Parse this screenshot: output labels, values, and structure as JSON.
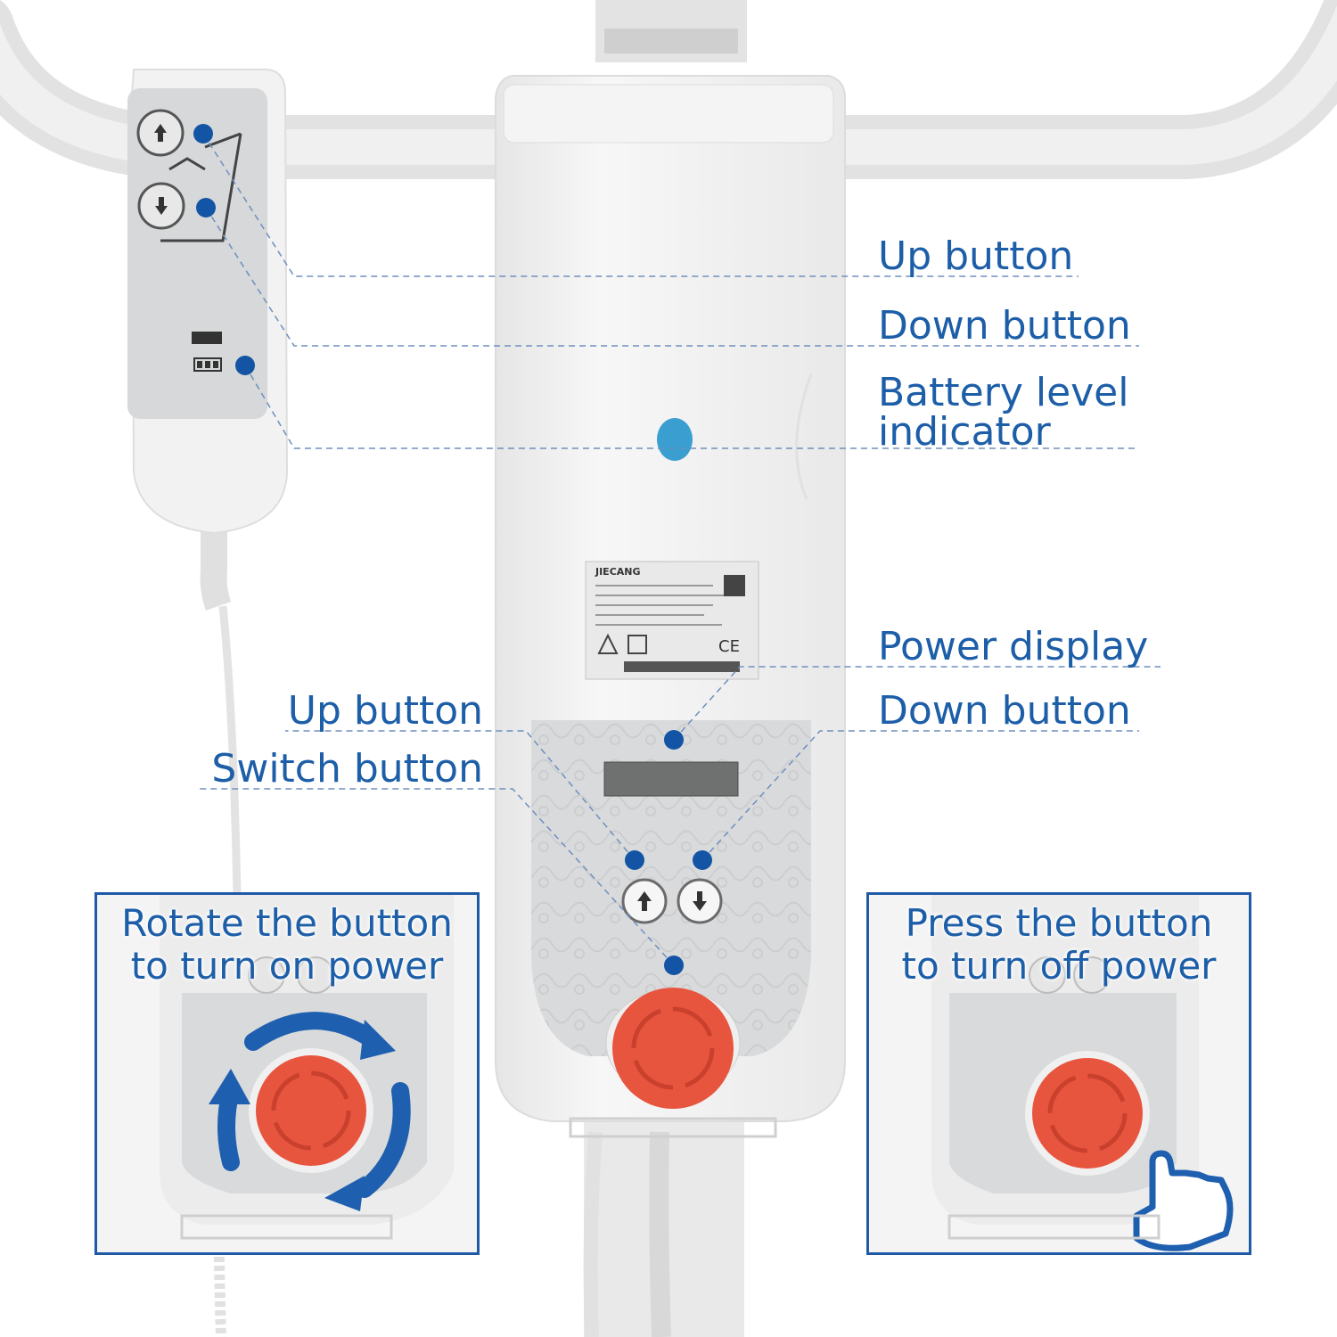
{
  "callouts": {
    "remote_up": "Up button",
    "remote_down": "Down button",
    "battery_line1": "Battery level",
    "battery_line2": "indicator",
    "power_display": "Power display",
    "panel_up": "Up button",
    "panel_down": "Down button",
    "switch": "Switch button"
  },
  "insets": {
    "rotate_line1": "Rotate the button",
    "rotate_line2": "to turn on power",
    "press_line1": "Press the button",
    "press_line2": "to turn off power"
  },
  "label_brand": "JIECANG",
  "label_mark": "CE",
  "icons": [
    "up-arrow-icon",
    "down-arrow-icon",
    "battery-icon",
    "lift-figure-icon",
    "rotate-arrows-icon",
    "hand-pointer-icon",
    "emergency-stop-icon"
  ],
  "colors": {
    "accent": "#1d5ea8",
    "dot": "#1454a4",
    "stop_button": "#e8553f",
    "device_body": "#f3f3f3",
    "panel_gray": "#d9dadb"
  }
}
